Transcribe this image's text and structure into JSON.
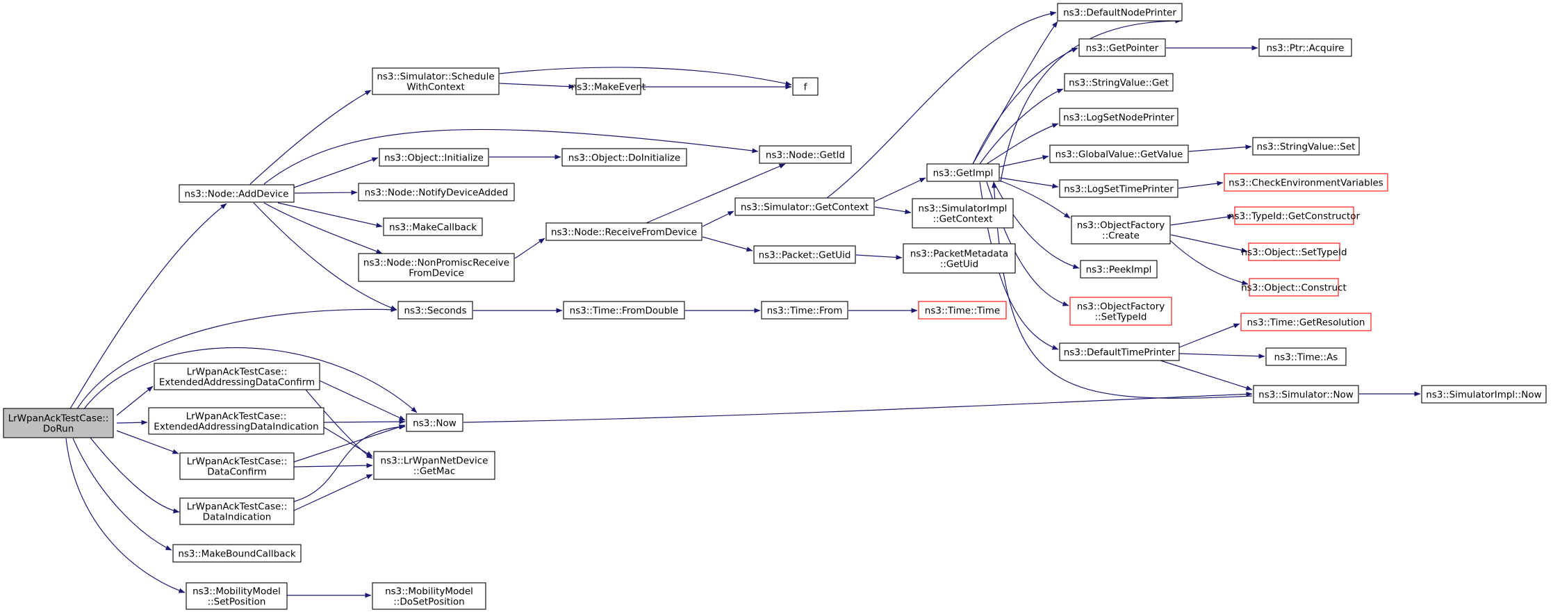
{
  "colors": {
    "edge": "#191970",
    "node_border": "#000000",
    "node_border_truncated": "#ff0000",
    "root_fill": "#bfbfbf",
    "node_fill": "#ffffff"
  },
  "nodes": [
    {
      "id": "root",
      "lines": [
        "LrWpanAckTestCase::",
        "DoRun"
      ],
      "root": true
    },
    {
      "id": "addDevice",
      "lines": [
        "ns3::Node::AddDevice"
      ]
    },
    {
      "id": "schedCtx",
      "lines": [
        "ns3::Simulator::Schedule",
        "WithContext"
      ]
    },
    {
      "id": "makeEvent",
      "lines": [
        "ns3::MakeEvent"
      ]
    },
    {
      "id": "f",
      "lines": [
        "f"
      ]
    },
    {
      "id": "objInit",
      "lines": [
        "ns3::Object::Initialize"
      ]
    },
    {
      "id": "objDoInit",
      "lines": [
        "ns3::Object::DoInitialize"
      ]
    },
    {
      "id": "getId",
      "lines": [
        "ns3::Node::GetId"
      ]
    },
    {
      "id": "notify",
      "lines": [
        "ns3::Node::NotifyDeviceAdded"
      ]
    },
    {
      "id": "makeCb",
      "lines": [
        "ns3::MakeCallback"
      ]
    },
    {
      "id": "nonPromisc",
      "lines": [
        "ns3::Node::NonPromiscReceive",
        "FromDevice"
      ]
    },
    {
      "id": "recvFromDev",
      "lines": [
        "ns3::Node::ReceiveFromDevice"
      ]
    },
    {
      "id": "simGetCtx",
      "lines": [
        "ns3::Simulator::GetContext"
      ]
    },
    {
      "id": "simImplGetCtx",
      "lines": [
        "ns3::SimulatorImpl",
        "::GetContext"
      ]
    },
    {
      "id": "pktGetUid",
      "lines": [
        "ns3::Packet::GetUid"
      ]
    },
    {
      "id": "pktMetaUid",
      "lines": [
        "ns3::PacketMetadata",
        "::GetUid"
      ]
    },
    {
      "id": "seconds",
      "lines": [
        "ns3::Seconds"
      ]
    },
    {
      "id": "fromDouble",
      "lines": [
        "ns3::Time::FromDouble"
      ]
    },
    {
      "id": "timeFrom",
      "lines": [
        "ns3::Time::From"
      ]
    },
    {
      "id": "timeTime",
      "lines": [
        "ns3::Time::Time"
      ],
      "truncated": true
    },
    {
      "id": "extAddrConfirm",
      "lines": [
        "LrWpanAckTestCase::",
        "ExtendedAddressingDataConfirm"
      ]
    },
    {
      "id": "extAddrInd",
      "lines": [
        "LrWpanAckTestCase::",
        "ExtendedAddressingDataIndication"
      ]
    },
    {
      "id": "dataConfirm",
      "lines": [
        "LrWpanAckTestCase::",
        "DataConfirm"
      ]
    },
    {
      "id": "dataInd",
      "lines": [
        "LrWpanAckTestCase::",
        "DataIndication"
      ]
    },
    {
      "id": "now",
      "lines": [
        "ns3::Now"
      ]
    },
    {
      "id": "getMac",
      "lines": [
        "ns3::LrWpanNetDevice",
        "::GetMac"
      ]
    },
    {
      "id": "makeBound",
      "lines": [
        "ns3::MakeBoundCallback"
      ]
    },
    {
      "id": "mobSetPos",
      "lines": [
        "ns3::MobilityModel",
        "::SetPosition"
      ]
    },
    {
      "id": "mobDoSetPos",
      "lines": [
        "ns3::MobilityModel",
        "::DoSetPosition"
      ]
    },
    {
      "id": "getImpl",
      "lines": [
        "ns3::GetImpl"
      ]
    },
    {
      "id": "defNodePrinter",
      "lines": [
        "ns3::DefaultNodePrinter"
      ]
    },
    {
      "id": "getPointer",
      "lines": [
        "ns3::GetPointer"
      ]
    },
    {
      "id": "ptrAcquire",
      "lines": [
        "ns3::Ptr::Acquire"
      ]
    },
    {
      "id": "strValGet",
      "lines": [
        "ns3::StringValue::Get"
      ]
    },
    {
      "id": "logSetNode",
      "lines": [
        "ns3::LogSetNodePrinter"
      ]
    },
    {
      "id": "globalGetVal",
      "lines": [
        "ns3::GlobalValue::GetValue"
      ]
    },
    {
      "id": "strValSet",
      "lines": [
        "ns3::StringValue::Set"
      ]
    },
    {
      "id": "logSetTime",
      "lines": [
        "ns3::LogSetTimePrinter"
      ]
    },
    {
      "id": "checkEnv",
      "lines": [
        "ns3::CheckEnvironmentVariables"
      ],
      "truncated": true
    },
    {
      "id": "objFactCreate",
      "lines": [
        "ns3::ObjectFactory",
        "::Create"
      ]
    },
    {
      "id": "typeIdGetCtor",
      "lines": [
        "ns3::TypeId::GetConstructor"
      ],
      "truncated": true
    },
    {
      "id": "objSetTypeId",
      "lines": [
        "ns3::Object::SetTypeId"
      ],
      "truncated": true
    },
    {
      "id": "objConstruct",
      "lines": [
        "ns3::Object::Construct"
      ],
      "truncated": true
    },
    {
      "id": "peekImpl",
      "lines": [
        "ns3::PeekImpl"
      ]
    },
    {
      "id": "objFactSetTypeId",
      "lines": [
        "ns3::ObjectFactory",
        "::SetTypeId"
      ],
      "truncated": true
    },
    {
      "id": "defTimePrinter",
      "lines": [
        "ns3::DefaultTimePrinter"
      ]
    },
    {
      "id": "timeGetRes",
      "lines": [
        "ns3::Time::GetResolution"
      ],
      "truncated": true
    },
    {
      "id": "timeAs",
      "lines": [
        "ns3::Time::As"
      ]
    },
    {
      "id": "simNow",
      "lines": [
        "ns3::Simulator::Now"
      ]
    },
    {
      "id": "simImplNow",
      "lines": [
        "ns3::SimulatorImpl::Now"
      ]
    }
  ]
}
